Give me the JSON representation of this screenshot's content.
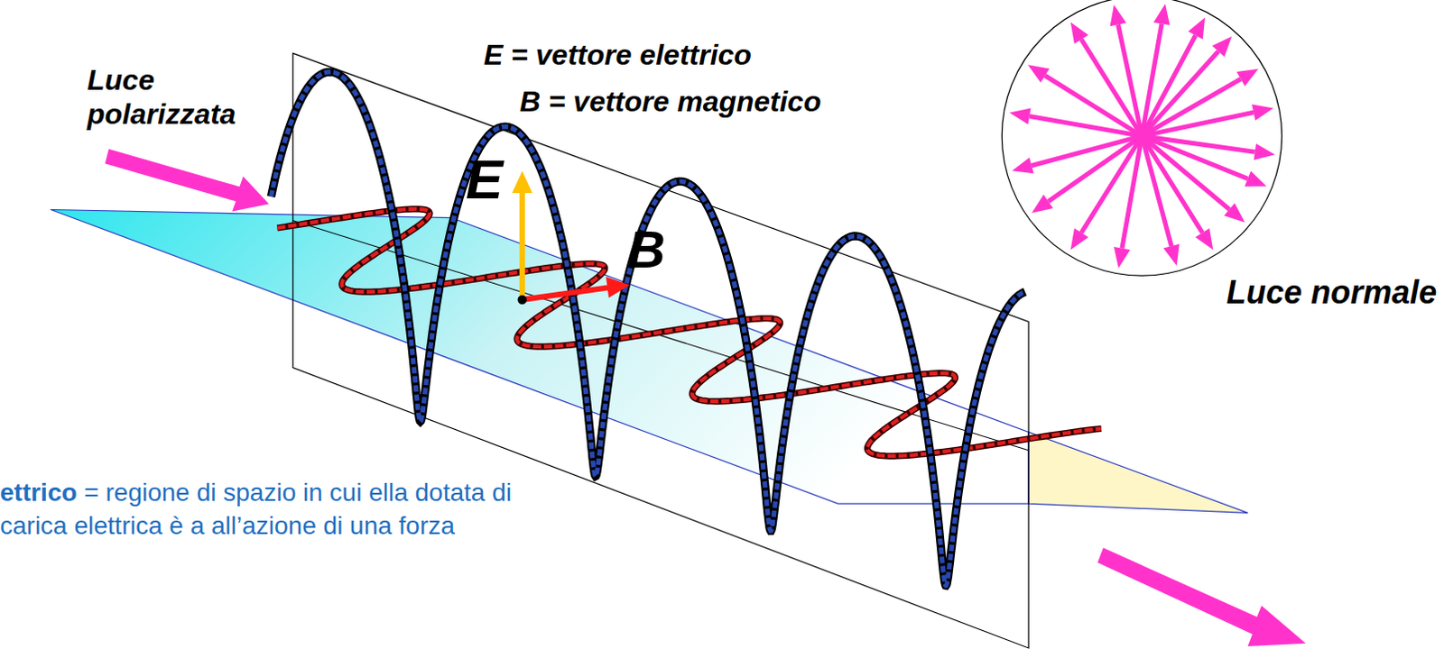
{
  "diagram": {
    "labels": [
      "Luce polarizzata",
      "E = vettore elettrico",
      "B = vettore magnetico",
      "E",
      "B",
      "Luce normale",
      "ettrico",
      "= regione di spazio in cui ella dotata di carica elettrica è a all’azione di una forza"
    ]
  }
}
